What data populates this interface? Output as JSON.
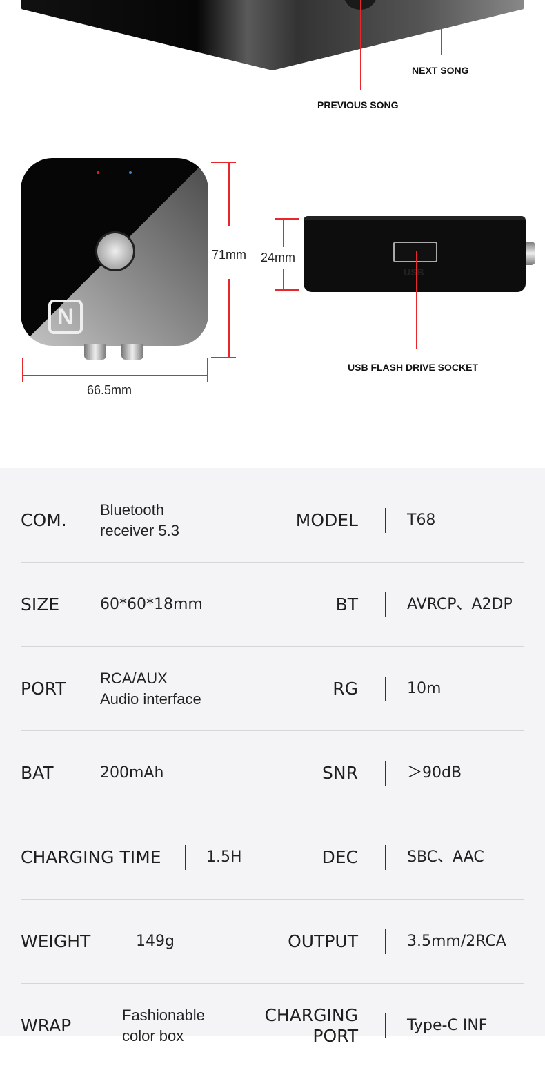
{
  "callouts": {
    "next_song": "NEXT SONG",
    "previous_song": "PREVIOUS SONG",
    "usb_socket": "USB FLASH DRIVE SOCKET",
    "usb_port_label": "USB"
  },
  "dimensions": {
    "height": "71mm",
    "width": "66.5mm",
    "thickness": "24mm"
  },
  "colors": {
    "accent_red": "#e8262b",
    "spec_bg": "#f4f4f6"
  },
  "specs": [
    {
      "left_label": "COM.",
      "left_value": [
        "Bluetooth",
        "receiver 5.3"
      ],
      "right_label": [
        "MODEL"
      ],
      "right_value": "T68"
    },
    {
      "left_label": "SIZE",
      "left_value": [
        "60*60*18mm"
      ],
      "right_label": [
        "BT"
      ],
      "right_value": "AVRCP、A2DP"
    },
    {
      "left_label": "PORT",
      "left_value": [
        "RCA/AUX",
        "Audio interface"
      ],
      "right_label": [
        "RG"
      ],
      "right_value": "10m"
    },
    {
      "left_label": "BAT",
      "left_value": [
        "200mAh"
      ],
      "right_label": [
        "SNR"
      ],
      "right_value": "＞90dB"
    },
    {
      "left_label": "CHARGING TIME",
      "left_value": [
        "1.5H"
      ],
      "right_label": [
        "DEC"
      ],
      "right_value": "SBC、AAC"
    },
    {
      "left_label": "WEIGHT",
      "left_value": [
        "149g"
      ],
      "right_label": [
        "OUTPUT"
      ],
      "right_value": "3.5mm/2RCA"
    },
    {
      "left_label": "WRAP",
      "left_value": [
        "Fashionable",
        "color box"
      ],
      "right_label": [
        "CHARGING",
        "PORT"
      ],
      "right_value": "Type-C INF"
    }
  ]
}
